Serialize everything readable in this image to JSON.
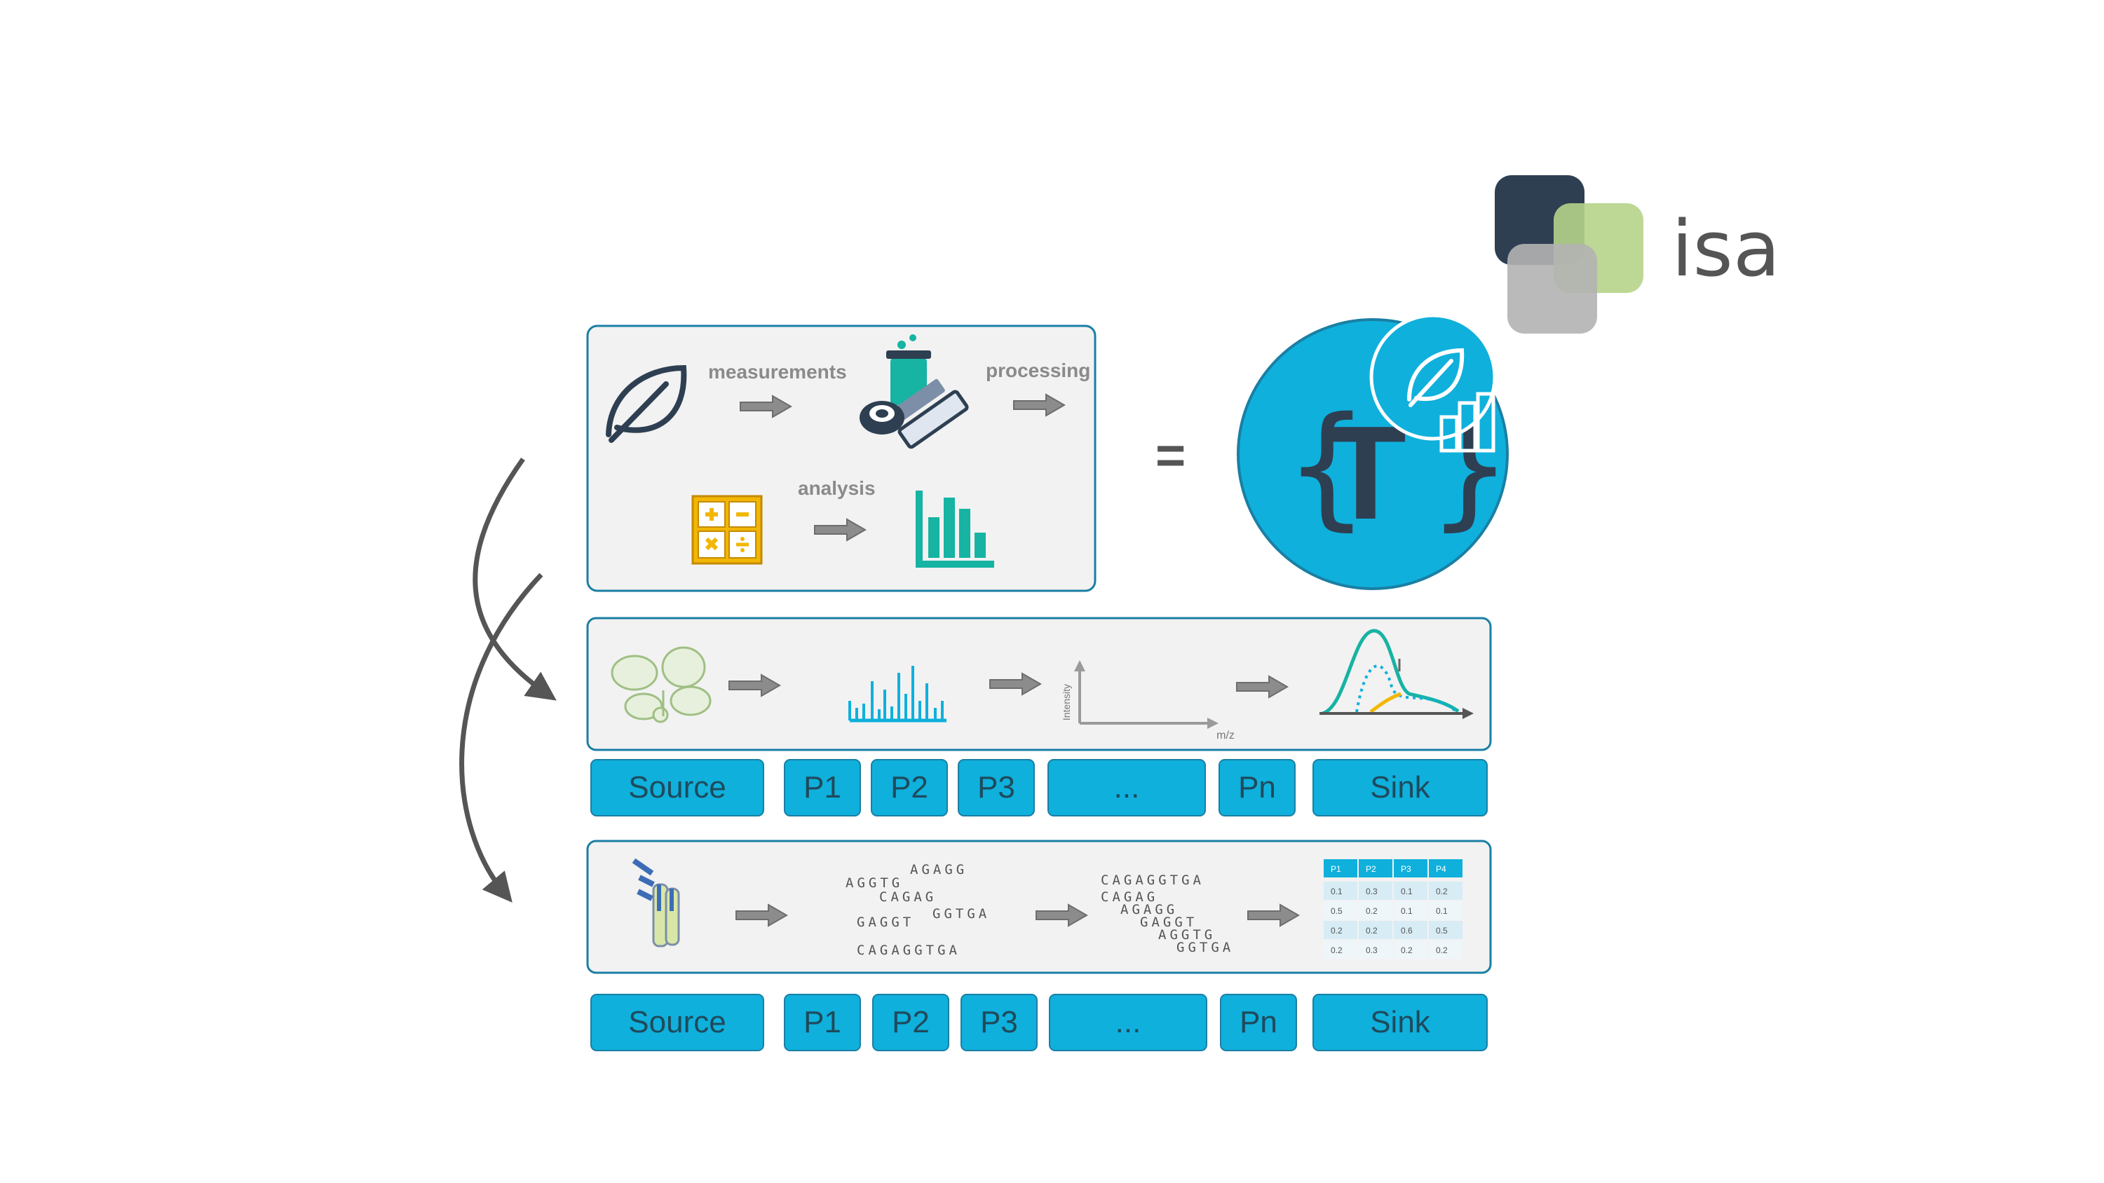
{
  "logo": {
    "text": "isa"
  },
  "workflow_box": {
    "labels": {
      "measurements": "measurements",
      "processing": "processing",
      "analysis": "analysis"
    }
  },
  "equals": "=",
  "template_icon": {
    "letter": "T"
  },
  "ms_row": {
    "axis_y": "Intensity",
    "axis_x": "m/z"
  },
  "seq_row": {
    "reads_left": [
      "AGAGG",
      "AGGTG",
      "CAGAG",
      "GGTGA",
      "GAGGT",
      "CAGAGGTGA"
    ],
    "reads_right": [
      "CAGAGGTGA",
      "CAGAG",
      "AGAGG",
      "GAGGT",
      "AGGTG",
      "GGTGA"
    ],
    "table": {
      "headers": [
        "P1",
        "P2",
        "P3",
        "P4"
      ],
      "rows": [
        [
          "0.1",
          "0.3",
          "0.1",
          "0.2"
        ],
        [
          "0.5",
          "0.2",
          "0.1",
          "0.1"
        ],
        [
          "0.2",
          "0.2",
          "0.6",
          "0.5"
        ],
        [
          "0.2",
          "0.3",
          "0.2",
          "0.2"
        ]
      ]
    }
  },
  "process_rows": [
    {
      "chips": [
        "Source",
        "P1",
        "P2",
        "P3",
        "...",
        "Pn",
        "Sink"
      ]
    },
    {
      "chips": [
        "Source",
        "P1",
        "P2",
        "P3",
        "...",
        "Pn",
        "Sink"
      ]
    }
  ],
  "colors": {
    "accent": "#0fb0dc",
    "box_border": "#1a7fa4",
    "box_fill": "#f2f2f2",
    "teal": "#17b3a3",
    "dark": "#2e3f52",
    "green": "#b6d38a",
    "gray": "#b3b3b3",
    "calc": "#f2b705"
  }
}
